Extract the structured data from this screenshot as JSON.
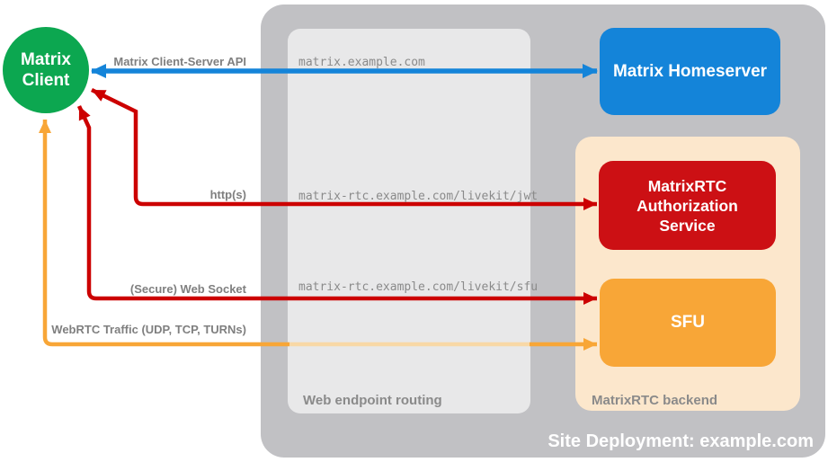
{
  "colors": {
    "client_green": "#0CA750",
    "homeserver_blue": "#1484D9",
    "auth_red": "#CC1014",
    "arrow_red": "#CC0000",
    "sfu_orange": "#F8A637",
    "arrow_orange_faded": "#F8D8A6",
    "backend_peach": "#FCE7CC",
    "site_gray": "#C1C1C4",
    "routing_panel_gray": "#E8E8E9",
    "label_gray": "#7F7F7F",
    "url_gray": "#8A8A8A",
    "node_text_white": "#FFFFFF"
  },
  "nodes": {
    "client": {
      "line1": "Matrix",
      "line2": "Client"
    },
    "homeserver": {
      "label": "Matrix Homeserver"
    },
    "auth": {
      "label": "MatrixRTC Authorization Service"
    },
    "sfu": {
      "label": "SFU"
    }
  },
  "containers": {
    "site": {
      "label": "Site Deployment: example.com"
    },
    "routing": {
      "label": "Web endpoint routing",
      "endpoints": [
        "matrix.example.com",
        "matrix-rtc.example.com/livekit/jwt",
        "matrix-rtc.example.com/livekit/sfu"
      ]
    },
    "backend": {
      "label": "MatrixRTC backend"
    }
  },
  "arrows": {
    "api": {
      "label": "Matrix Client-Server API",
      "color": "#1484D9",
      "from": "Matrix Client",
      "to": "Matrix Homeserver",
      "bidirectional": true
    },
    "https": {
      "label": "http(s)",
      "color": "#CC0000",
      "from": "Matrix Client",
      "to": "MatrixRTC Authorization Service",
      "bidirectional": true
    },
    "websocket": {
      "label": "(Secure) Web Socket",
      "color": "#CC0000",
      "from": "Matrix Client",
      "to": "SFU",
      "bidirectional": true
    },
    "webrtc": {
      "label": "WebRTC Traffic (UDP, TCP, TURNs)",
      "color": "#F8A637",
      "from": "Matrix Client",
      "to": "SFU",
      "bidirectional": true
    }
  }
}
